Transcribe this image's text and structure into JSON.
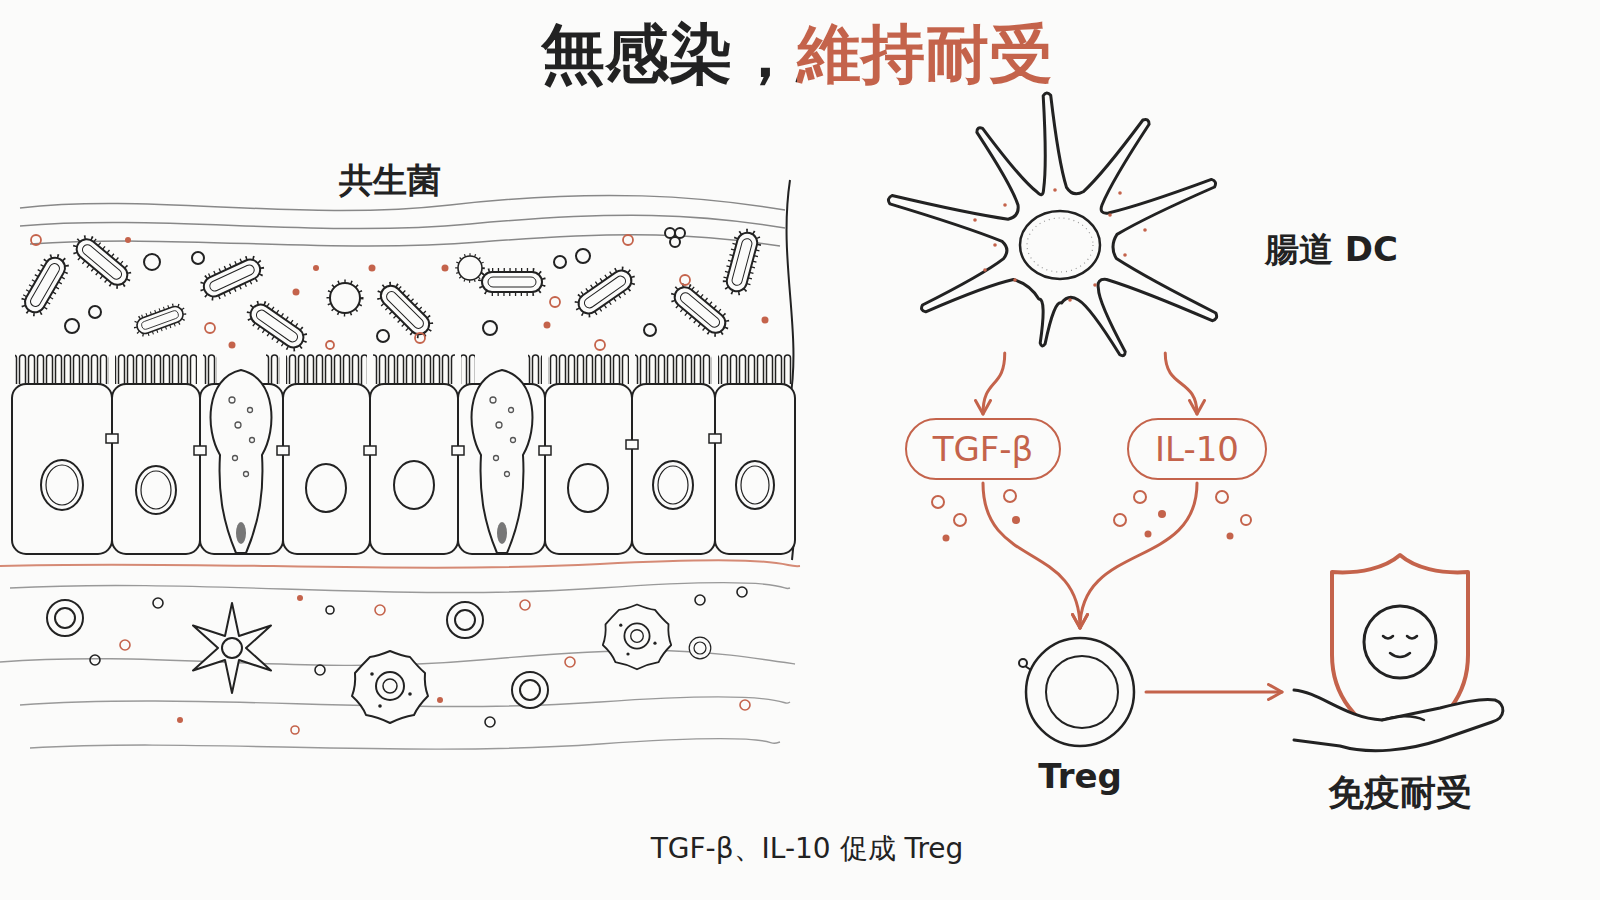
{
  "diagram": {
    "title": "無感染，維持耐受",
    "caption": "TGF-β、IL-10 促成 Treg",
    "nodes": [
      {
        "text": [
          "腸道 DC"
        ]
      },
      {
        "text": [
          "TGF-β"
        ]
      },
      {
        "text": [
          "IL-10"
        ]
      },
      {
        "text": [
          "Treg"
        ]
      },
      {
        "text": [
          "免疫耐受"
        ]
      }
    ],
    "edges": [
      {
        "from": 0,
        "to": 1,
        "arrow": "to"
      },
      {
        "from": 0,
        "to": 2,
        "arrow": "to"
      },
      {
        "from": 1,
        "to": 3,
        "arrow": "to"
      },
      {
        "from": 2,
        "to": 3,
        "arrow": "to"
      },
      {
        "from": 3,
        "to": 4,
        "arrow": "to"
      }
    ],
    "labels": [
      "共生菌"
    ]
  }
}
